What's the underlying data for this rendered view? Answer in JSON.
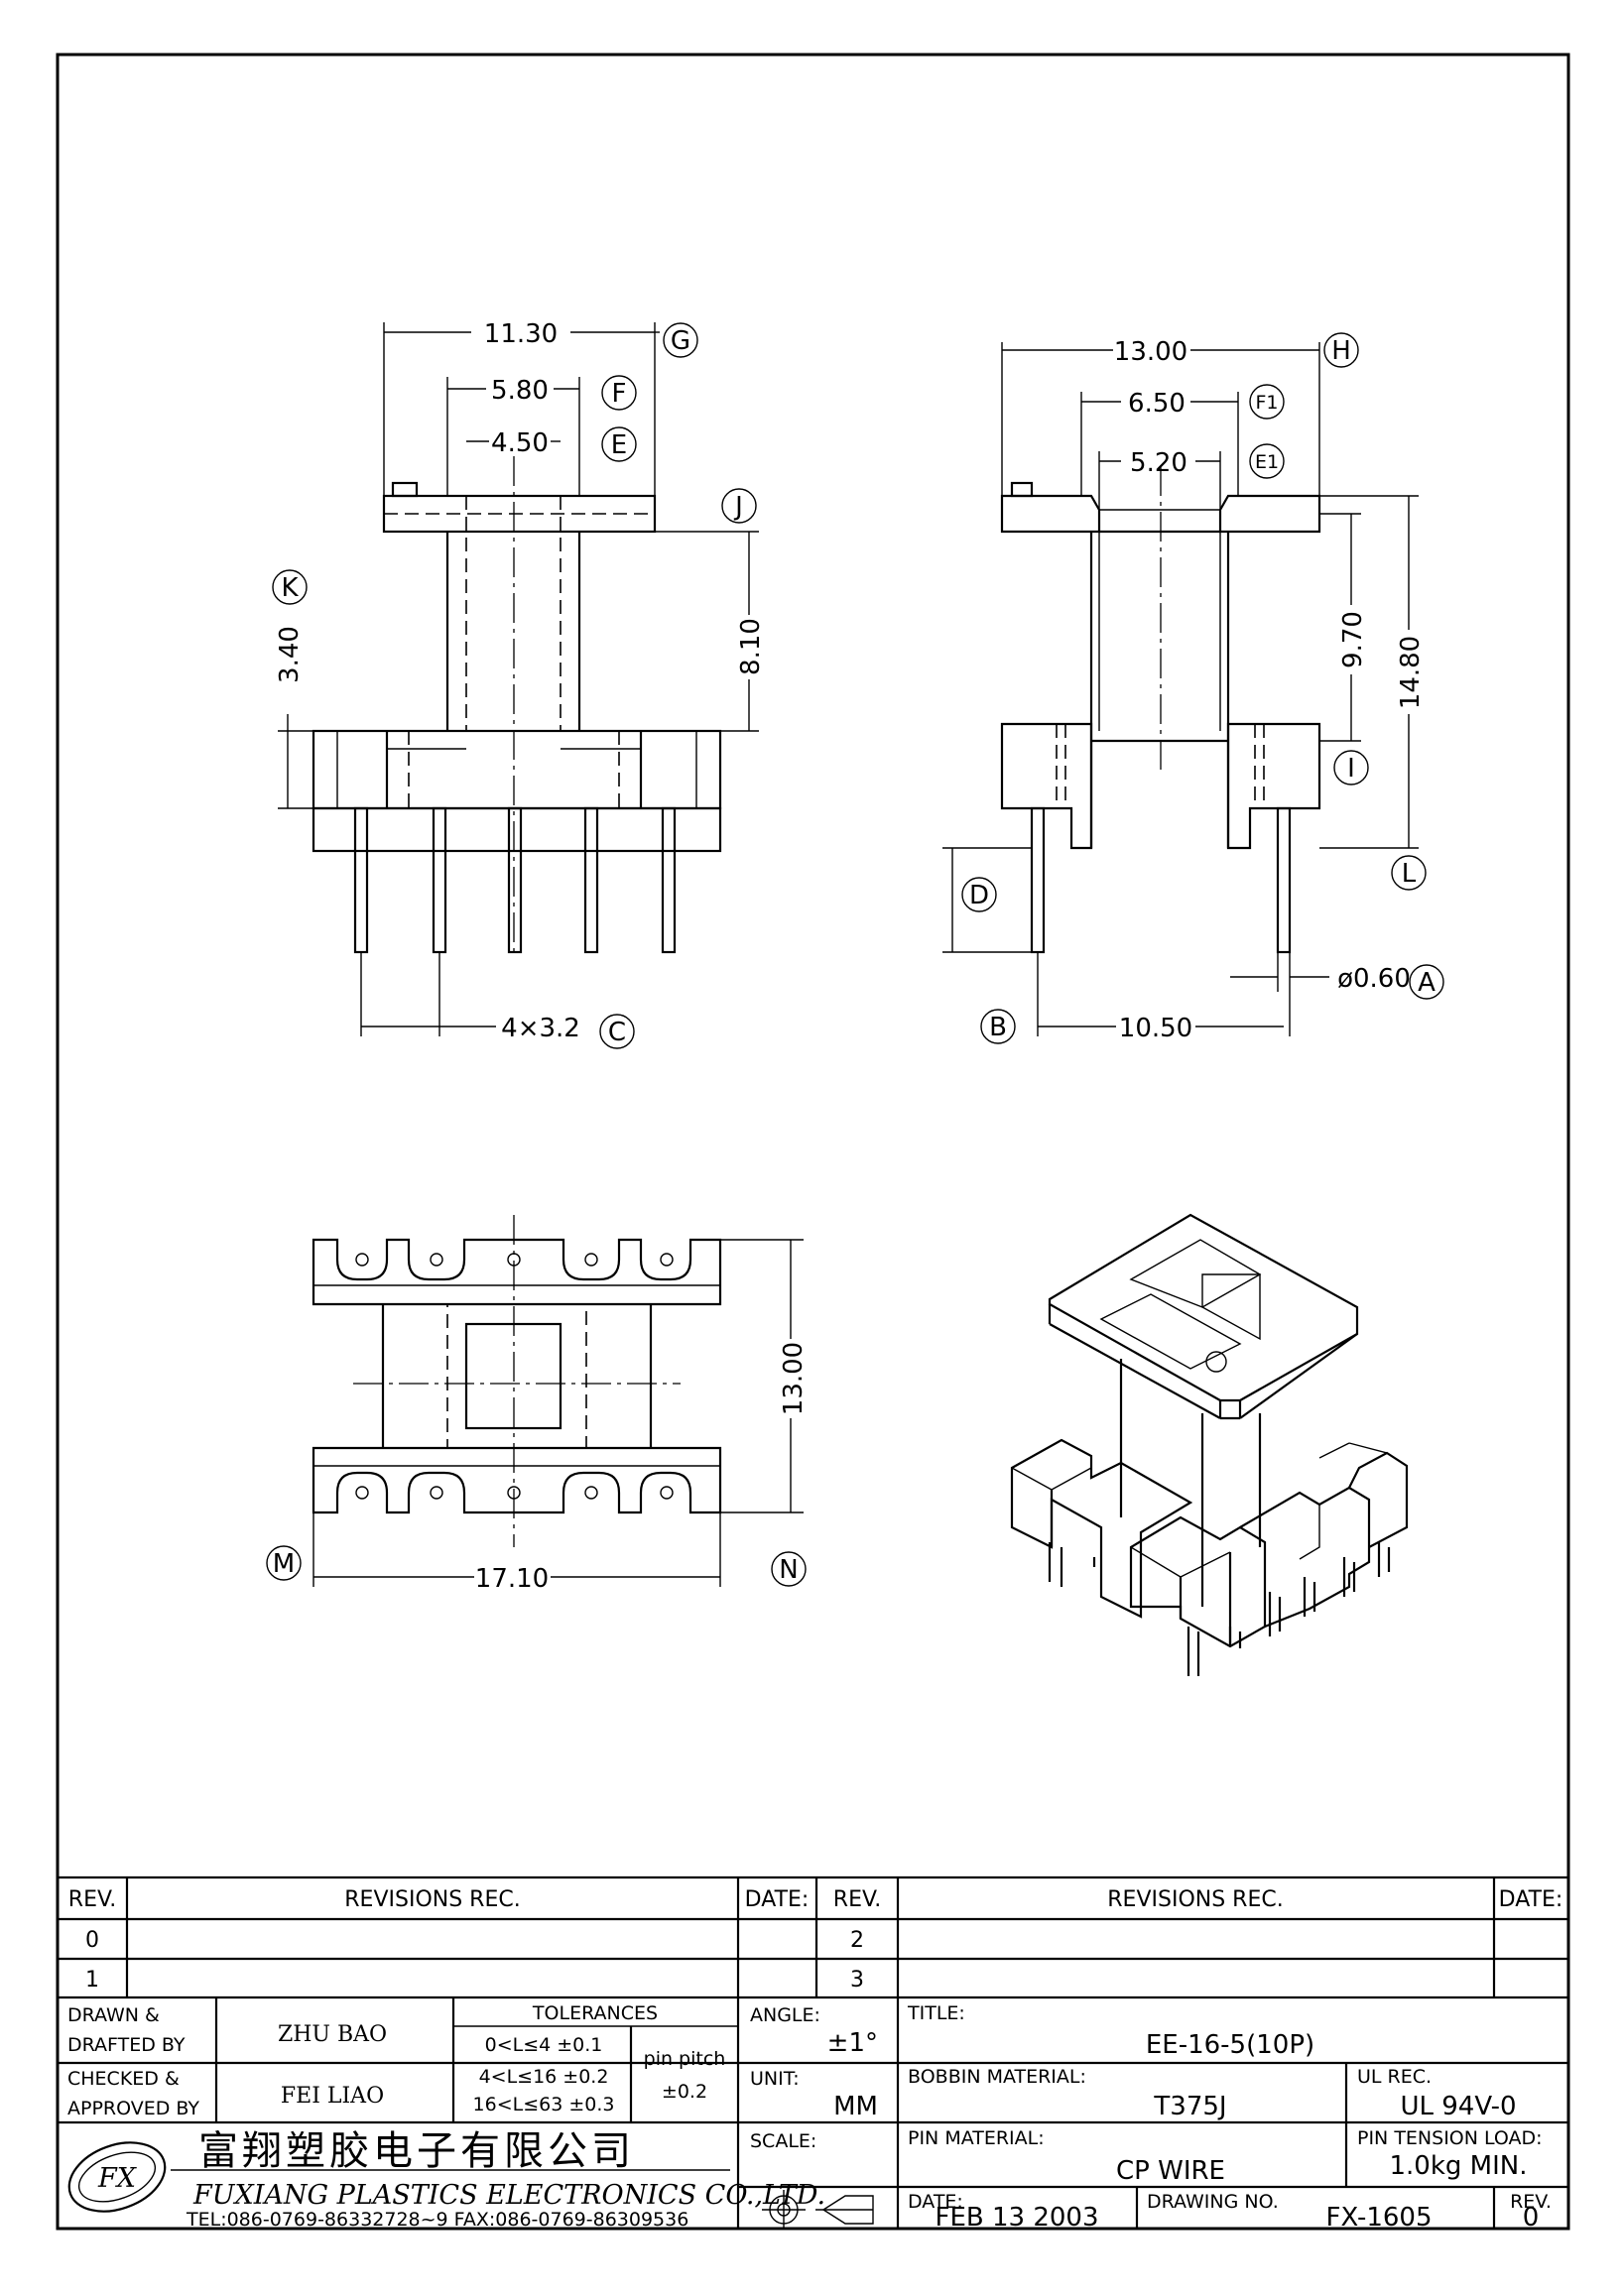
{
  "views": {
    "front": {
      "dim_overall_width": "11.30",
      "dim_F": "5.80",
      "dim_E": "4.50",
      "dim_height": "8.10",
      "dim_K": "3.40",
      "dim_pitch": "4×3.2",
      "markers": [
        "G",
        "F",
        "E",
        "J",
        "K",
        "C"
      ]
    },
    "side": {
      "dim_overall_width": "13.00",
      "dim_F1": "6.50",
      "dim_E1": "5.20",
      "dim_9_70": "9.70",
      "dim_14_80": "14.80",
      "dim_pin_dia": "ø0.60",
      "dim_row_spacing": "10.50",
      "markers": [
        "H",
        "F1",
        "E1",
        "I",
        "L",
        "D",
        "A",
        "B"
      ]
    },
    "top": {
      "dim_width": "17.10",
      "dim_depth": "13.00",
      "markers": [
        "M",
        "N"
      ]
    }
  },
  "revisions": {
    "rev_header": "REV.",
    "rec_header": "REVISIONS   REC.",
    "date_header": "DATE:",
    "rows_left": [
      "0",
      "1"
    ],
    "rows_right": [
      "2",
      "3"
    ]
  },
  "title_block": {
    "drawn_label_1": "DRAWN  &",
    "drawn_label_2": "DRAFTED BY",
    "drawn_name": "ZHU BAO",
    "checked_label_1": "CHECKED &",
    "checked_label_2": "APPROVED BY",
    "checked_name": "FEI LIAO",
    "tolerances_label": "TOLERANCES",
    "tol_rows": [
      "0<L≤4    ±0.1",
      "4<L≤16  ±0.2",
      "16<L≤63  ±0.3"
    ],
    "pin_pitch_label": "pin pitch",
    "pin_pitch_tol": "±0.2",
    "angle_label": "ANGLE:",
    "angle_value": "±1°",
    "unit_label": "UNIT:",
    "unit_value": "MM",
    "scale_label": "SCALE:",
    "title_label": "TITLE:",
    "title_value": "EE-16-5(10P)",
    "bobbin_material_label": "BOBBIN MATERIAL:",
    "bobbin_material_value": "T375J",
    "ul_rec_label": "UL REC.",
    "ul_rec_value": "UL 94V-0",
    "pin_material_label": "PIN MATERIAL:",
    "pin_material_value": "CP WIRE",
    "pin_tension_label": "PIN TENSION LOAD:",
    "pin_tension_value": "1.0kg MIN.",
    "date_label": "DATE:",
    "date_value": "FEB 13 2003",
    "drawing_no_label": "DRAWING NO.",
    "drawing_no_value": "FX-1605",
    "rev_label": "REV.",
    "rev_value": "0",
    "company_cn": "富翔塑胶电子有限公司",
    "company_en": "FUXIANG PLASTICS ELECTRONICS CO.,LTD.",
    "company_contact": "TEL:086-0769-86332728~9  FAX:086-0769-86309536",
    "logo_text": "FX"
  }
}
